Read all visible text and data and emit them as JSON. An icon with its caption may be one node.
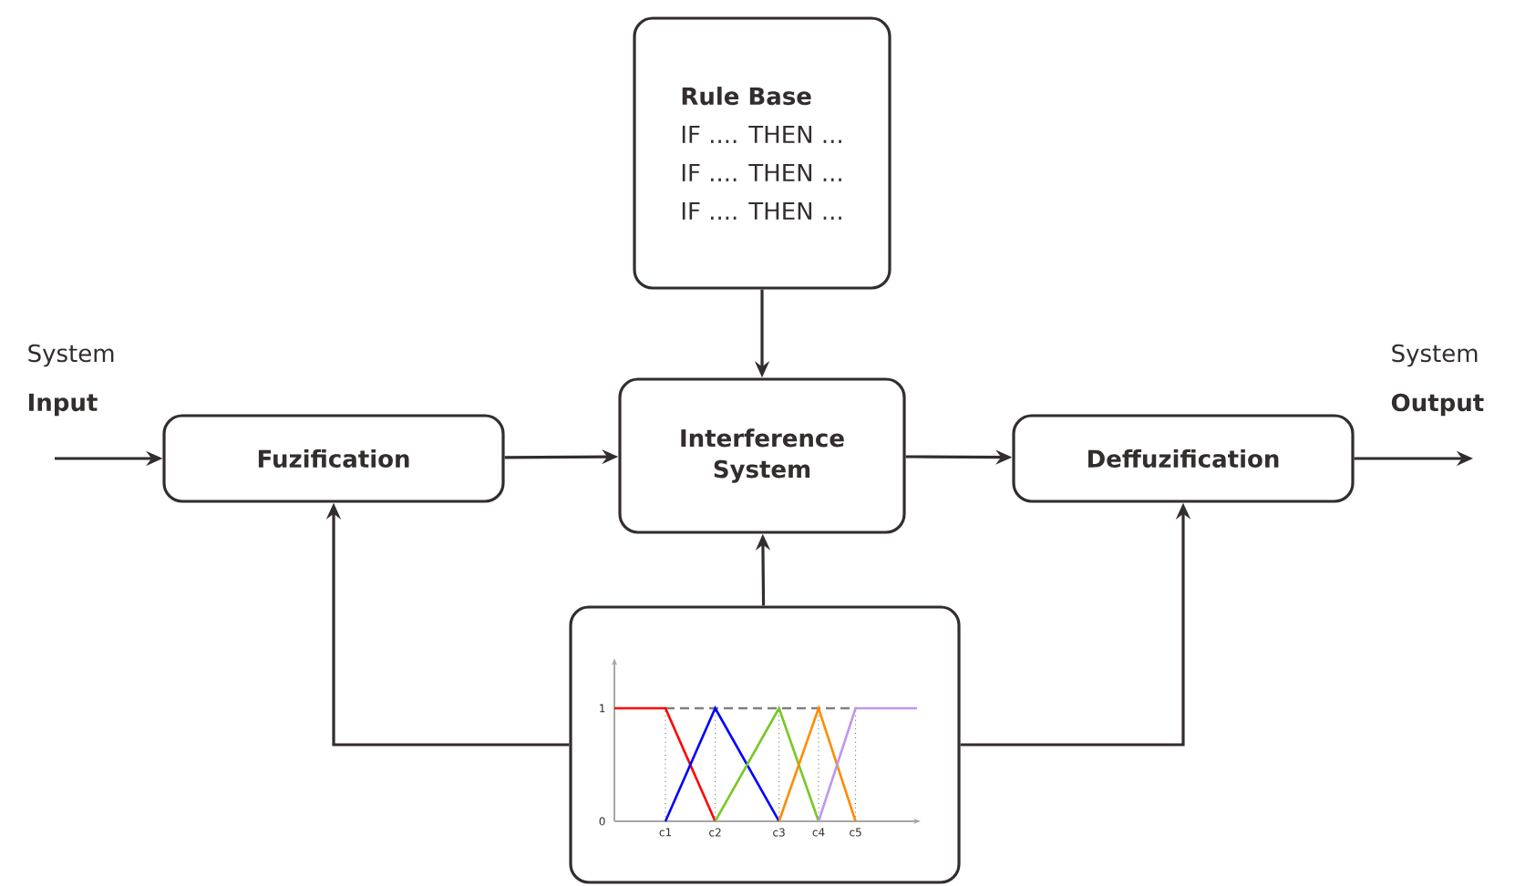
{
  "diagram": {
    "nodes": [
      {
        "text": [
          "Rule Base",
          "IF .... THEN ...",
          "IF .... THEN ...",
          "IF .... THEN ..."
        ]
      },
      {
        "text": [
          "Fuzification"
        ]
      },
      {
        "text": [
          "Interference System"
        ]
      },
      {
        "text": [
          "Deffuzification"
        ]
      },
      {
        "text": [
          "1",
          "0",
          "c1",
          "c2",
          "c3",
          "c4",
          "c5"
        ]
      }
    ],
    "edges": [
      {
        "from": null,
        "to": 1,
        "arrow": "to"
      },
      {
        "from": 1,
        "to": 2,
        "arrow": "to"
      },
      {
        "from": 0,
        "to": 2,
        "arrow": "to"
      },
      {
        "from": 2,
        "to": 3,
        "arrow": "to"
      },
      {
        "from": 3,
        "to": null,
        "arrow": "to"
      },
      {
        "from": 4,
        "to": 2,
        "arrow": "to"
      },
      {
        "from": 4,
        "to": 1,
        "arrow": "to"
      },
      {
        "from": 4,
        "to": 3,
        "arrow": "to"
      }
    ],
    "labels": [
      "System",
      "Input",
      "System",
      "Output"
    ]
  }
}
